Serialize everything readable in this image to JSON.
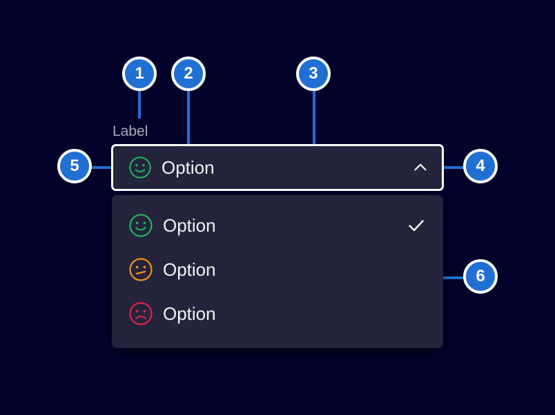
{
  "background_color": "#03022b",
  "accent_color": "#1f6fd4",
  "panel_color": "#24243c",
  "field": {
    "label": "Label",
    "selected_text": "Option",
    "selected_icon": "smiley-happy-icon",
    "toggle_icon": "chevron-up-icon",
    "border_color": "#ffffff"
  },
  "dropdown": {
    "options": [
      {
        "label": "Option",
        "icon": "smiley-happy-icon",
        "icon_color": "#22b455",
        "selected": true,
        "check_icon": "check-icon"
      },
      {
        "label": "Option",
        "icon": "smiley-neutral-icon",
        "icon_color": "#f59217",
        "selected": false,
        "check_icon": "check-icon"
      },
      {
        "label": "Option",
        "icon": "smiley-sad-icon",
        "icon_color": "#e0224a",
        "selected": false,
        "check_icon": "check-icon"
      }
    ]
  },
  "callouts": [
    {
      "number": "1"
    },
    {
      "number": "2"
    },
    {
      "number": "3"
    },
    {
      "number": "4"
    },
    {
      "number": "5"
    },
    {
      "number": "6"
    }
  ]
}
